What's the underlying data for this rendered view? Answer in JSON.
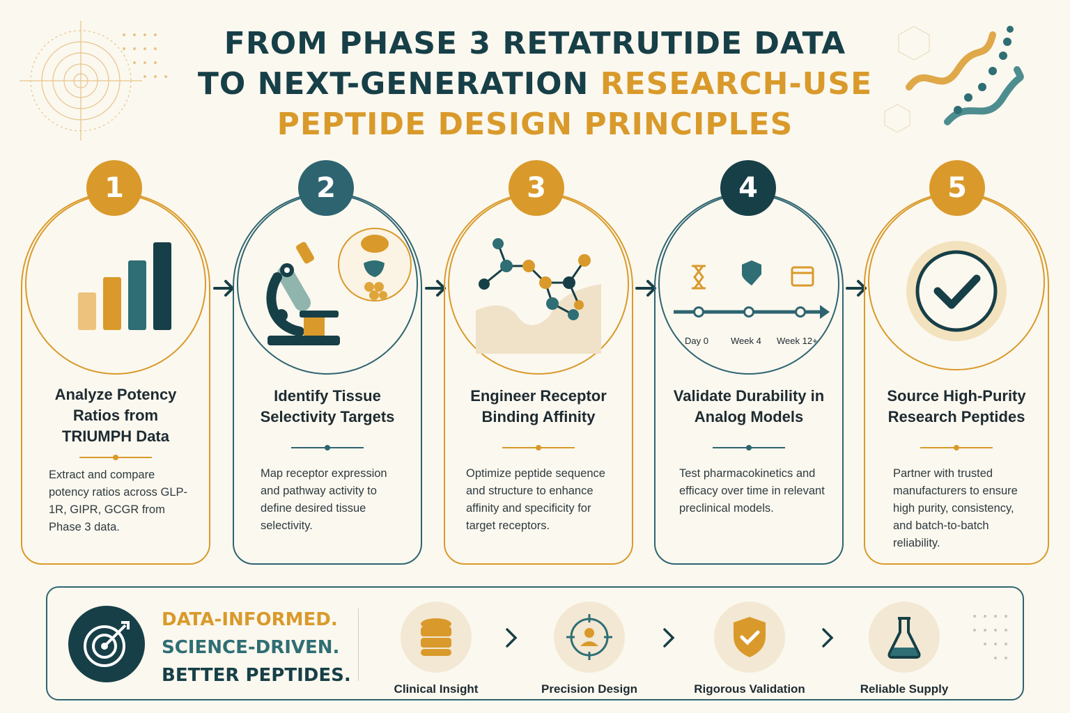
{
  "title": {
    "line1": "FROM PHASE 3 RETATRUTIDE DATA",
    "line2_dark": "TO NEXT-GENERATION ",
    "line2_gold": "RESEARCH-USE",
    "line3": "PEPTIDE DESIGN PRINCIPLES"
  },
  "steps": [
    {
      "number": "1",
      "title": "Analyze Potency Ratios from TRIUMPH Data",
      "desc": "Extract and compare potency ratios across GLP-1R, GIPR, GCGR from Phase 3 data."
    },
    {
      "number": "2",
      "title": "Identify Tissue Selectivity Targets",
      "desc": "Map receptor expression and pathway activity to define desired tissue selectivity."
    },
    {
      "number": "3",
      "title": "Engineer Receptor Binding Affinity",
      "desc": "Optimize peptide sequence and structure to enhance affinity and specificity for target receptors."
    },
    {
      "number": "4",
      "title": "Validate Durability in Analog Models",
      "desc": "Test pharmacokinetics and efficacy over time in relevant preclinical models."
    },
    {
      "number": "5",
      "title": "Source High-Purity Research Peptides",
      "desc": "Partner with trusted manufacturers to ensure high purity, consistency, and batch-to-batch reliability."
    }
  ],
  "timeline": {
    "labels": [
      "Day 0",
      "Week 4",
      "Week 12+"
    ]
  },
  "slogan": {
    "line1": "DATA-INFORMED.",
    "line2": "SCIENCE-DRIVEN.",
    "line3": "BETTER PEPTIDES."
  },
  "features": [
    {
      "label": "Clinical Insight",
      "icon": "database-icon"
    },
    {
      "label": "Precision Design",
      "icon": "crosshair-person-icon"
    },
    {
      "label": "Rigorous Validation",
      "icon": "shield-check-icon"
    },
    {
      "label": "Reliable Supply",
      "icon": "flask-icon"
    }
  ],
  "colors": {
    "gold": "#d99a2b",
    "teal": "#2e6470",
    "navy": "#173f47",
    "background": "#fbf8ef"
  }
}
